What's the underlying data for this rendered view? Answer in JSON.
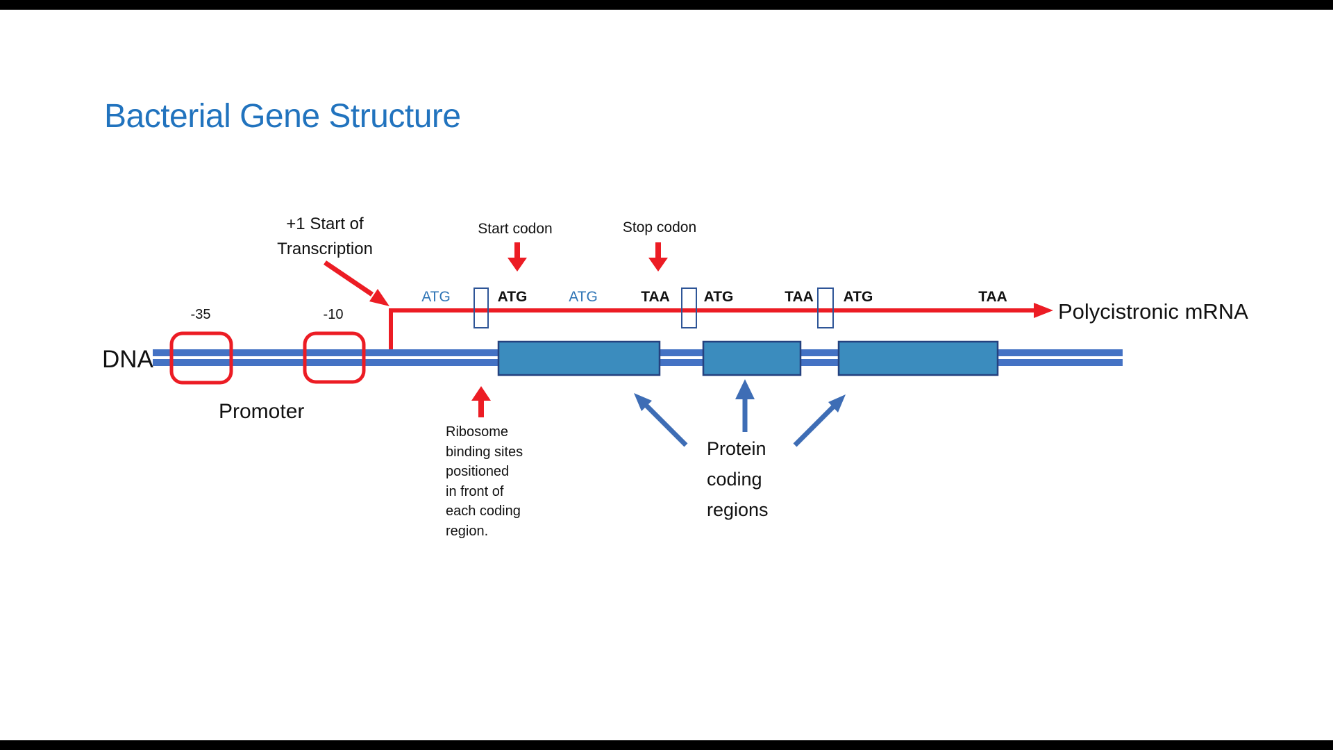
{
  "slide": {
    "title": "Bacterial Gene Structure"
  },
  "labels": {
    "start_of_transcription": "+1 Start of\nTranscription",
    "start_codon": "Start codon",
    "stop_codon": "Stop codon",
    "polycistronic_mrna": "Polycistronic mRNA",
    "dna": "DNA",
    "minus35": "-35",
    "minus10": "-10",
    "promoter": "Promoter",
    "ribosome_note": "Ribosome\nbinding sites\npositioned\nin front of\neach coding\nregion.",
    "protein_coding_regions": "Protein\ncoding\nregions"
  },
  "mrna": {
    "codons": [
      {
        "label": "ATG",
        "style": "ribosome-binding-site"
      },
      {
        "label": "ATG",
        "style": "start-codon"
      },
      {
        "label": "ATG",
        "style": "ribosome-binding-site"
      },
      {
        "label": "TAA",
        "style": "stop-codon"
      },
      {
        "label": "ATG",
        "style": "start-codon"
      },
      {
        "label": "TAA",
        "style": "stop-codon"
      },
      {
        "label": "ATG",
        "style": "start-codon"
      },
      {
        "label": "TAA",
        "style": "stop-codon"
      }
    ]
  },
  "diagram": {
    "coding_region_count": 3,
    "promoter_elements": [
      "-35",
      "-10"
    ]
  },
  "colors": {
    "title_blue": "#2173BE",
    "annotation_red": "#EC1C24",
    "dna_strand_blue": "#4472C4",
    "coding_region_fill": "#3B8CBE",
    "coding_region_border": "#24417F",
    "rbs_label_blue": "#2E74B5",
    "pointer_arrow_blue": "#3E6DB5",
    "codon_box_border": "#2E5597",
    "text_black": "#111111"
  }
}
